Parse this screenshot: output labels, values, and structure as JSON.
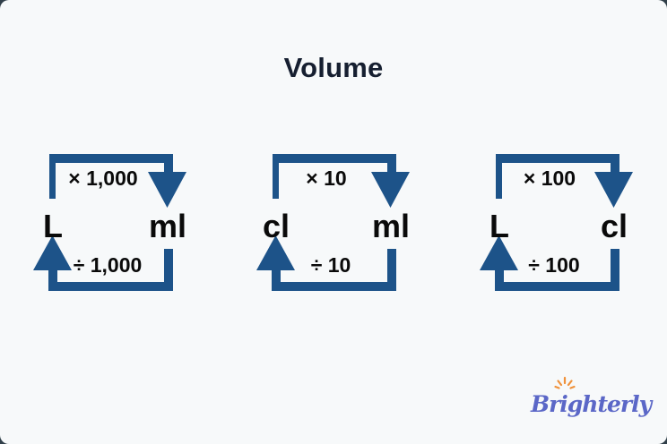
{
  "page": {
    "title": "Volume"
  },
  "colors": {
    "card_background": "#F7F9FA",
    "outer_background": "#31404A",
    "arrow_blue": "#1D5389",
    "title_navy": "#161F30",
    "label_black": "#0A0A0A",
    "logo_purple": "#5B67C7",
    "logo_sun_orange": "#F0923B"
  },
  "diagrams": [
    {
      "left_unit": "L",
      "right_unit": "ml",
      "multiply_label": "× 1,000",
      "divide_label": "÷ 1,000"
    },
    {
      "left_unit": "cl",
      "right_unit": "ml",
      "multiply_label": "× 10",
      "divide_label": "÷ 10"
    },
    {
      "left_unit": "L",
      "right_unit": "cl",
      "multiply_label": "× 100",
      "divide_label": "÷ 100"
    }
  ],
  "logo": {
    "text": "Brighterly"
  }
}
